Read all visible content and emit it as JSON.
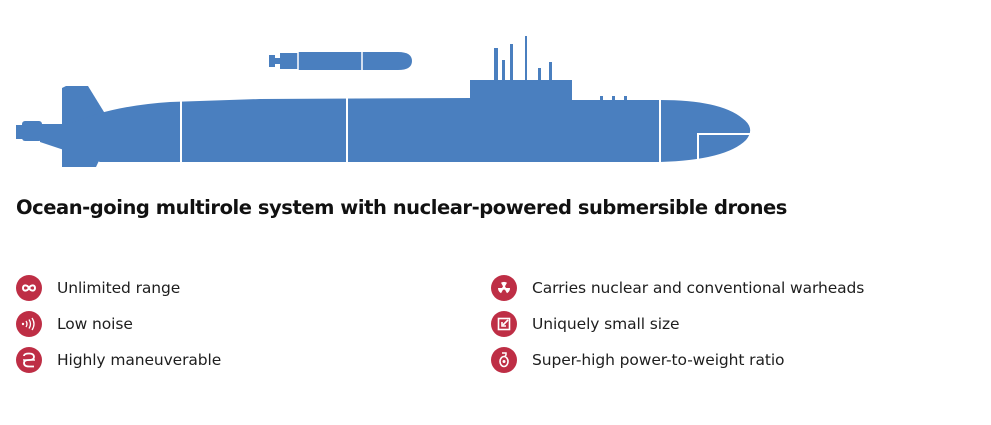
{
  "headline": "Ocean-going multirole system with nuclear-powered submersible drones",
  "colors": {
    "submarine": "#4a7fbf",
    "badge": "#be2e45",
    "divider": "#ffffff",
    "text": "#111111"
  },
  "features": [
    {
      "icon": "infinity-icon",
      "label": "Unlimited range"
    },
    {
      "icon": "sound-waves-icon",
      "label": "Low noise"
    },
    {
      "icon": "s-curve-icon",
      "label": "Highly maneuverable"
    },
    {
      "icon": "radiation-icon",
      "label": "Carries nuclear and conventional warheads"
    },
    {
      "icon": "small-size-icon",
      "label": "Uniquely small size"
    },
    {
      "icon": "weight-icon",
      "label": "Super-high power-to-weight ratio"
    }
  ]
}
